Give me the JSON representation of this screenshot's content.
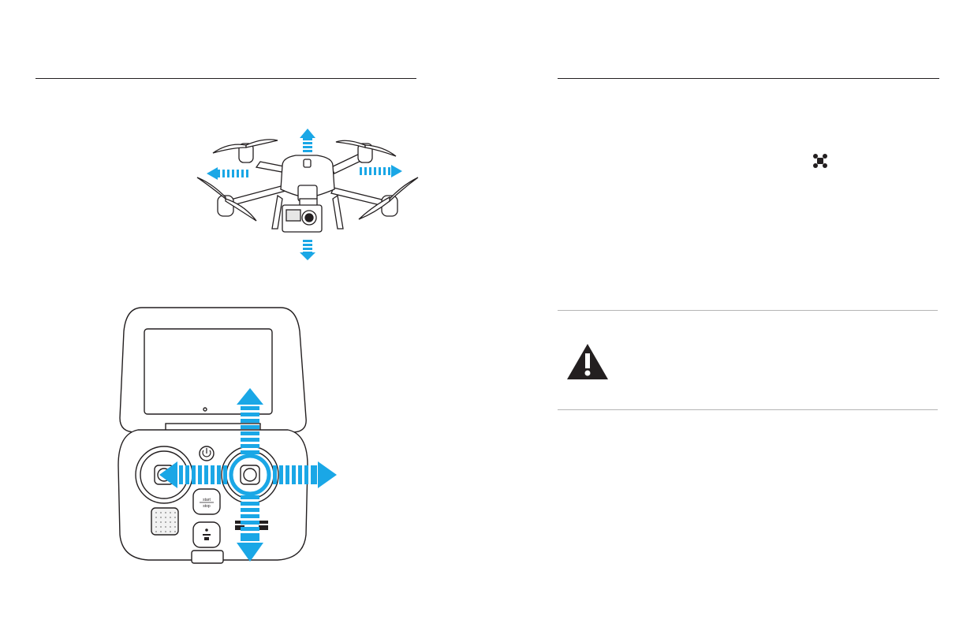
{
  "colors": {
    "accent": "#1aa7e6",
    "ink": "#231f20",
    "divider": "#b5b5b5"
  },
  "icons": {
    "flight_mode": "drone-mode-icon",
    "warning": "warning-triangle-icon"
  },
  "illustrations": {
    "drone": "drone-with-directional-arrows",
    "controller": "controller-with-right-stick-arrows"
  },
  "controller": {
    "button_start_stop_top": "start",
    "button_start_stop_bottom": "stop"
  }
}
